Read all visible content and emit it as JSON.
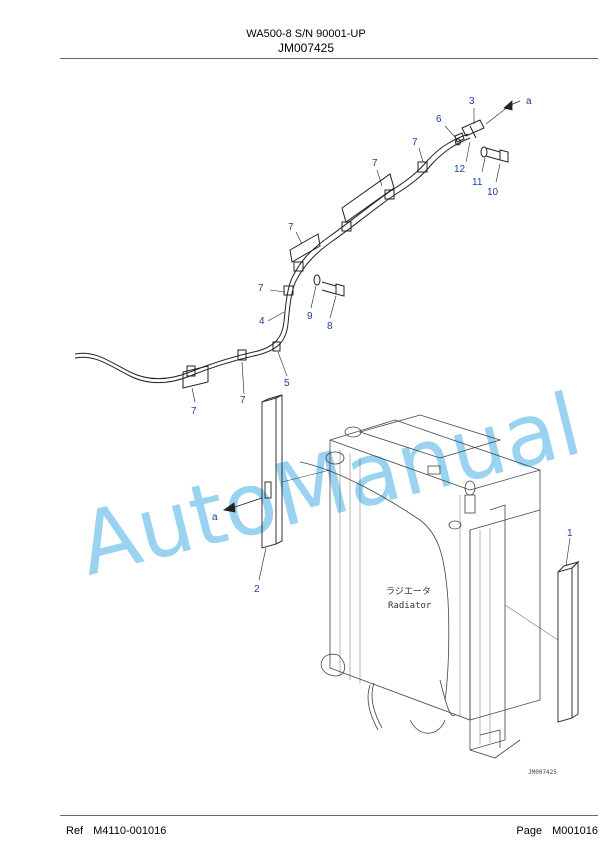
{
  "header": {
    "model_line": "WA500-8 S/N 90001-UP",
    "figure_code": "JM007425"
  },
  "diagram": {
    "callouts": {
      "a_top": "a",
      "n3": "3",
      "n6": "6",
      "n7a": "7",
      "n12": "12",
      "n11": "11",
      "n10": "10",
      "n7b": "7",
      "n7c": "7",
      "n7d": "7",
      "n9": "9",
      "n8": "8",
      "n4": "4",
      "n5": "5",
      "n7e": "7",
      "n7f": "7",
      "a_left": "a",
      "n2": "2",
      "n1": "1"
    },
    "radiator_label_jp": "ラジエータ",
    "radiator_label_en": "Radiator",
    "figure_id": "JM007425",
    "watermark": "AutoManual"
  },
  "footer": {
    "ref_label": "Ref",
    "ref_value": "M4110-001016",
    "page_label": "Page",
    "page_value": "M001016"
  }
}
